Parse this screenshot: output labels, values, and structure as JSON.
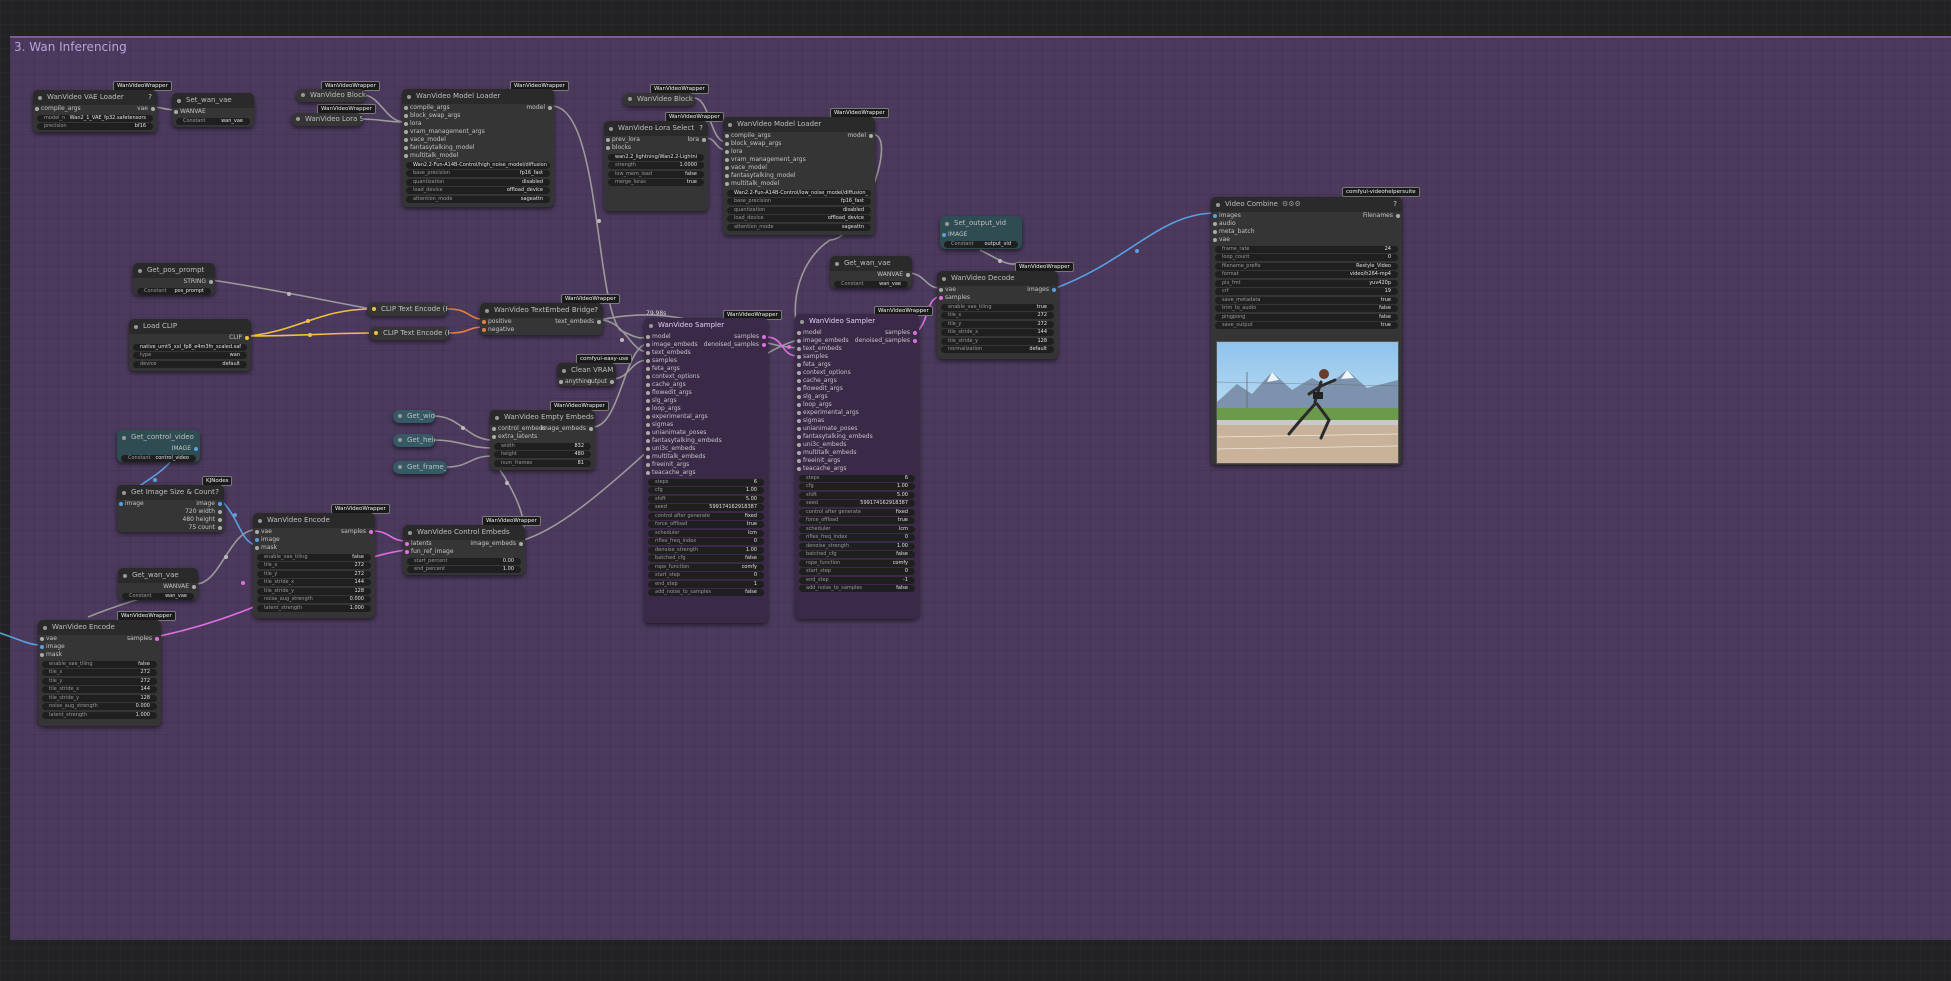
{
  "group": {
    "title": "3. Wan Inferencing"
  },
  "badges": {
    "wrapper": "WanVideoWrapper",
    "kjnodes": "KJNodes",
    "easy": "comfyui-easy-use",
    "vhs": "comfyui-videohelpersuite",
    "progress": "79.98s"
  },
  "vae_loader": {
    "title": "WanVideo VAE Loader",
    "in1": "compile_args",
    "out1": "vae",
    "model_name_label": "model_n",
    "model_name": "Wan2_1_VAE_fp32.safetensors",
    "precision_label": "precision",
    "precision": "bf16"
  },
  "set_wan_vae": {
    "title": "Set_wan_vae",
    "in1": "WANVAE",
    "const_label": "Constant",
    "const": "wan_vae"
  },
  "block_swap_1": {
    "title": "WanVideo Block Swap"
  },
  "lora_select_1": {
    "title": "WanVideo Lora Select"
  },
  "model_loader_1": {
    "title": "WanVideo Model Loader",
    "inputs": [
      "compile_args",
      "block_swap_args",
      "lora",
      "vram_management_args",
      "vace_model",
      "fantasytalking_model",
      "multitalk_model"
    ],
    "out1": "model",
    "model": "Wan2.2-Fun-A14B-Control/high_noise_model/diffusion",
    "base_precision_label": "base_precision",
    "base_precision": "fp16_fast",
    "quantization_label": "quantization",
    "quantization": "disabled",
    "load_device_label": "load_device",
    "load_device": "offload_device",
    "attention_mode_label": "attention_mode",
    "attention_mode": "sageattn"
  },
  "block_swap_2": {
    "title": "WanVideo Block Swap"
  },
  "lora_select_2": {
    "title": "WanVideo Lora Select",
    "in1": "prev_lora",
    "in2": "blocks",
    "out1": "lora",
    "lora": "wan2.2_lightning/Wan2.2-Lightni",
    "strength_label": "strength",
    "strength": "1.0000",
    "low_mem_label": "low_mem_load",
    "low_mem": "false",
    "merge_label": "merge_loras",
    "merge": "true"
  },
  "model_loader_2": {
    "title": "WanVideo Model Loader",
    "inputs": [
      "compile_args",
      "block_swap_args",
      "lora",
      "vram_management_args",
      "vace_model",
      "fantasytalking_model",
      "multitalk_model"
    ],
    "out1": "model",
    "model": "Wan2.2-Fun-A14B-Control/low_noise_model/diffusion_",
    "base_precision_label": "base_precision",
    "base_precision": "fp16_fast",
    "quantization_label": "quantization",
    "quantization": "disabled",
    "load_device_label": "load_device",
    "load_device": "offload_device",
    "attention_mode_label": "attention_mode",
    "attention_mode": "sageattn"
  },
  "get_pos_prompt": {
    "title": "Get_pos_prompt",
    "out1": "STRING",
    "const_label": "Constant",
    "const": "pos_prompt"
  },
  "load_clip": {
    "title": "Load CLIP",
    "out1": "CLIP",
    "clip_name": "native_umt5_xxl_fp8_e4m3fn_scaled.saf",
    "type_label": "type",
    "type": "wan",
    "device_label": "device",
    "device": "default"
  },
  "clip_enc_1": {
    "title": "CLIP Text Encode (Pr"
  },
  "clip_enc_2": {
    "title": "CLIP Text Encode (Pr"
  },
  "text_bridge": {
    "title": "WanVideo TextEmbed Bridge",
    "in1": "positive",
    "in2": "negative",
    "out1": "text_embeds"
  },
  "clean_vram": {
    "title": "Clean VRAM Used",
    "in1": "anything",
    "out1": "output"
  },
  "get_width": {
    "title": "Get_width"
  },
  "get_height": {
    "title": "Get_height"
  },
  "get_frame_count": {
    "title": "Get_frame_count"
  },
  "empty_embeds": {
    "title": "WanVideo Empty Embeds",
    "in1": "control_embeds",
    "in2": "extra_latents",
    "out1": "image_embeds",
    "width_label": "width",
    "width": "832",
    "height_label": "height",
    "height": "480",
    "frames_label": "num_frames",
    "frames": "81"
  },
  "get_control_video": {
    "title": "Get_control_video",
    "out1": "IMAGE",
    "const_label": "Constant",
    "const": "control_video"
  },
  "image_size": {
    "title": "Get Image Size & Count",
    "in1": "image",
    "out1": "image",
    "out2": "720 width",
    "out3": "480 height",
    "out4": "75 count"
  },
  "get_wan_vae_2": {
    "title": "Get_wan_vae",
    "out1": "WANVAE",
    "const_label": "Constant",
    "const": "wan_vae"
  },
  "encode_1": {
    "title": "WanVideo Encode",
    "inputs": [
      "vae",
      "image",
      "mask"
    ],
    "out1": "samples",
    "rows": [
      {
        "l": "enable_vae_tiling",
        "v": "false"
      },
      {
        "l": "tile_x",
        "v": "272"
      },
      {
        "l": "tile_y",
        "v": "272"
      },
      {
        "l": "tile_stride_x",
        "v": "144"
      },
      {
        "l": "tile_stride_y",
        "v": "128"
      },
      {
        "l": "noise_aug_strength",
        "v": "0.000"
      },
      {
        "l": "latent_strength",
        "v": "1.000"
      }
    ]
  },
  "control_embeds": {
    "title": "WanVideo Control Embeds",
    "in1": "latents",
    "in2": "fun_ref_image",
    "out1": "image_embeds",
    "start_label": "start_percent",
    "start": "0.00",
    "end_label": "end_percent",
    "end": "1.00"
  },
  "encode_2": {
    "title": "WanVideo Encode",
    "inputs": [
      "vae",
      "image",
      "mask"
    ],
    "out1": "samples",
    "rows": [
      {
        "l": "enable_vae_tiling",
        "v": "false"
      },
      {
        "l": "tile_x",
        "v": "272"
      },
      {
        "l": "tile_y",
        "v": "272"
      },
      {
        "l": "tile_stride_x",
        "v": "144"
      },
      {
        "l": "tile_stride_y",
        "v": "128"
      },
      {
        "l": "noise_aug_strength",
        "v": "0.000"
      },
      {
        "l": "latent_strength",
        "v": "1.000"
      }
    ]
  },
  "sampler_1": {
    "title": "WanVideo Sampler",
    "out1": "samples",
    "out2": "denoised_samples",
    "inputs": [
      "model",
      "image_embeds",
      "text_embeds",
      "samples",
      "feta_args",
      "context_options",
      "cache_args",
      "flowedit_args",
      "slg_args",
      "loop_args",
      "experimental_args",
      "sigmas",
      "unianimate_poses",
      "fantasytalking_embeds",
      "uni3c_embeds",
      "multitalk_embeds",
      "freeinit_args",
      "teacache_args"
    ],
    "rows": [
      {
        "l": "steps",
        "v": "6"
      },
      {
        "l": "cfg",
        "v": "1.00"
      },
      {
        "l": "shift",
        "v": "5.00"
      },
      {
        "l": "seed",
        "v": "599174162918387"
      },
      {
        "l": "control after generate",
        "v": "fixed"
      },
      {
        "l": "force_offload",
        "v": "true"
      },
      {
        "l": "scheduler",
        "v": "lcm"
      },
      {
        "l": "riflex_freq_index",
        "v": "0"
      },
      {
        "l": "denoise_strength",
        "v": "1.00"
      },
      {
        "l": "batched_cfg",
        "v": "false"
      },
      {
        "l": "rope_function",
        "v": "comfy"
      },
      {
        "l": "start_step",
        "v": "0"
      },
      {
        "l": "end_step",
        "v": "1"
      },
      {
        "l": "add_noise_to_samples",
        "v": "false"
      }
    ]
  },
  "sampler_2": {
    "title": "WanVideo Sampler",
    "out1": "samples",
    "out2": "denoised_samples",
    "inputs": [
      "model",
      "image_embeds",
      "text_embeds",
      "samples",
      "feta_args",
      "context_options",
      "cache_args",
      "flowedit_args",
      "slg_args",
      "loop_args",
      "experimental_args",
      "sigmas",
      "unianimate_poses",
      "fantasytalking_embeds",
      "uni3c_embeds",
      "multitalk_embeds",
      "freeinit_args",
      "teacache_args"
    ],
    "rows": [
      {
        "l": "steps",
        "v": "6"
      },
      {
        "l": "cfg",
        "v": "1.00"
      },
      {
        "l": "shift",
        "v": "5.00"
      },
      {
        "l": "seed",
        "v": "599174162918387"
      },
      {
        "l": "control after generate",
        "v": "fixed"
      },
      {
        "l": "force_offload",
        "v": "true"
      },
      {
        "l": "scheduler",
        "v": "lcm"
      },
      {
        "l": "riflex_freq_index",
        "v": "0"
      },
      {
        "l": "denoise_strength",
        "v": "1.00"
      },
      {
        "l": "batched_cfg",
        "v": "false"
      },
      {
        "l": "rope_function",
        "v": "comfy"
      },
      {
        "l": "start_step",
        "v": "0"
      },
      {
        "l": "end_step",
        "v": "-1"
      },
      {
        "l": "add_noise_to_samples",
        "v": "false"
      }
    ]
  },
  "get_wan_vae_1": {
    "title": "Get_wan_vae",
    "out1": "WANVAE",
    "const_label": "Constant",
    "const": "wan_vae"
  },
  "set_output_vid": {
    "title": "Set_output_vid",
    "in1": "IMAGE",
    "const_label": "Constant",
    "const": "output_vid"
  },
  "decode": {
    "title": "WanVideo Decode",
    "in1": "vae",
    "in2": "samples",
    "out1": "images",
    "rows": [
      {
        "l": "enable_vae_tiling",
        "v": "true"
      },
      {
        "l": "tile_x",
        "v": "272"
      },
      {
        "l": "tile_y",
        "v": "272"
      },
      {
        "l": "tile_stride_x",
        "v": "144"
      },
      {
        "l": "tile_stride_y",
        "v": "128"
      },
      {
        "l": "normalization",
        "v": "default"
      }
    ]
  },
  "video_combine": {
    "title": "Video Combine",
    "inputs": [
      "images",
      "audio",
      "meta_batch",
      "vae"
    ],
    "out1": "Filenames",
    "rows": [
      {
        "l": "frame_rate",
        "v": "24"
      },
      {
        "l": "loop_count",
        "v": "0"
      },
      {
        "l": "filename_prefix",
        "v": "Restyle_Video"
      },
      {
        "l": "format",
        "v": "video/h264-mp4"
      },
      {
        "l": "pix_fmt",
        "v": "yuv420p"
      },
      {
        "l": "crf",
        "v": "19"
      },
      {
        "l": "save_metadata",
        "v": "true"
      },
      {
        "l": "trim_to_audio",
        "v": "false"
      },
      {
        "l": "pingpong",
        "v": "false"
      },
      {
        "l": "save_output",
        "v": "true"
      }
    ]
  },
  "colors": {
    "group_bg": "#4b3a5d",
    "node_bg": "#353535",
    "wire_gray": "#9a9a9a",
    "wire_yellow": "#f0c040",
    "wire_pink": "#e070e0",
    "wire_blue": "#5aa0e0",
    "wire_orange": "#e08040"
  }
}
